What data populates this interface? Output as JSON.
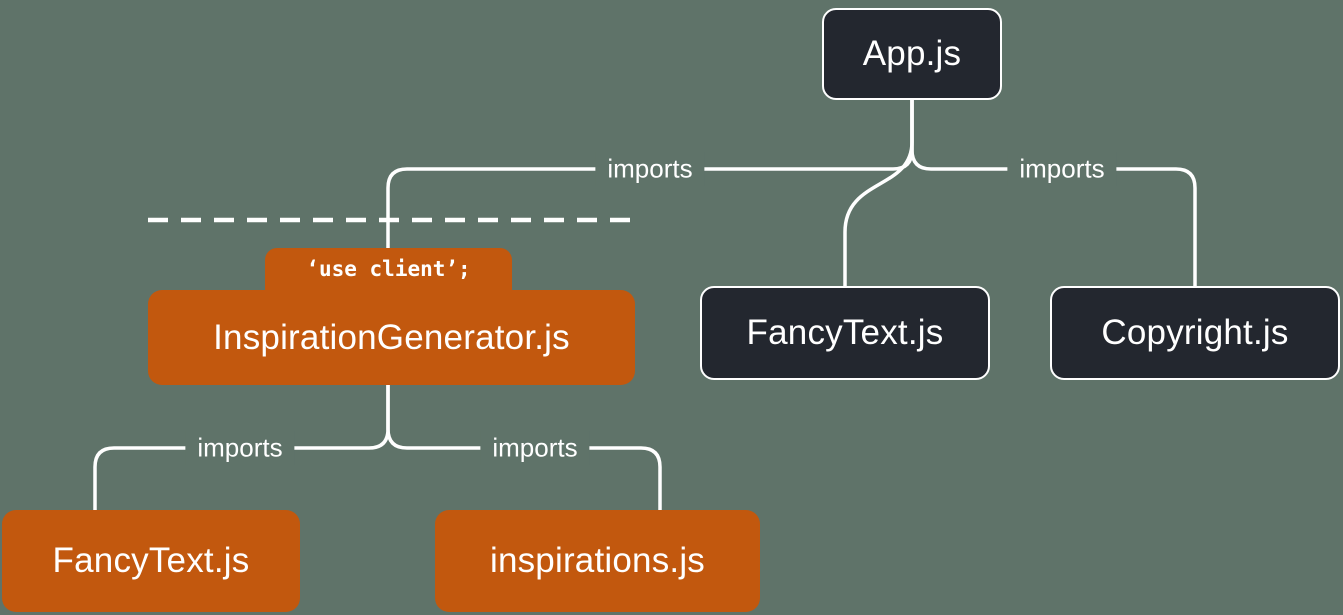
{
  "diagram": {
    "background": "#5F7369",
    "server_node_color": "#23272F",
    "client_node_color": "#C2580E",
    "line_color": "#FFFFFF"
  },
  "nodes": {
    "app": {
      "label": "App.js"
    },
    "fancy_text_top": {
      "label": "FancyText.js"
    },
    "copyright": {
      "label": "Copyright.js"
    },
    "inspiration_generator": {
      "label": "InspirationGenerator.js",
      "directive": "‘use client’;"
    },
    "fancy_text_bottom": {
      "label": "FancyText.js"
    },
    "inspirations": {
      "label": "inspirations.js"
    }
  },
  "edges": {
    "app_to_inspiration_generator": "imports",
    "app_to_copyright": "imports",
    "inspiration_generator_to_fancy_text": "imports",
    "inspiration_generator_to_inspirations": "imports"
  }
}
